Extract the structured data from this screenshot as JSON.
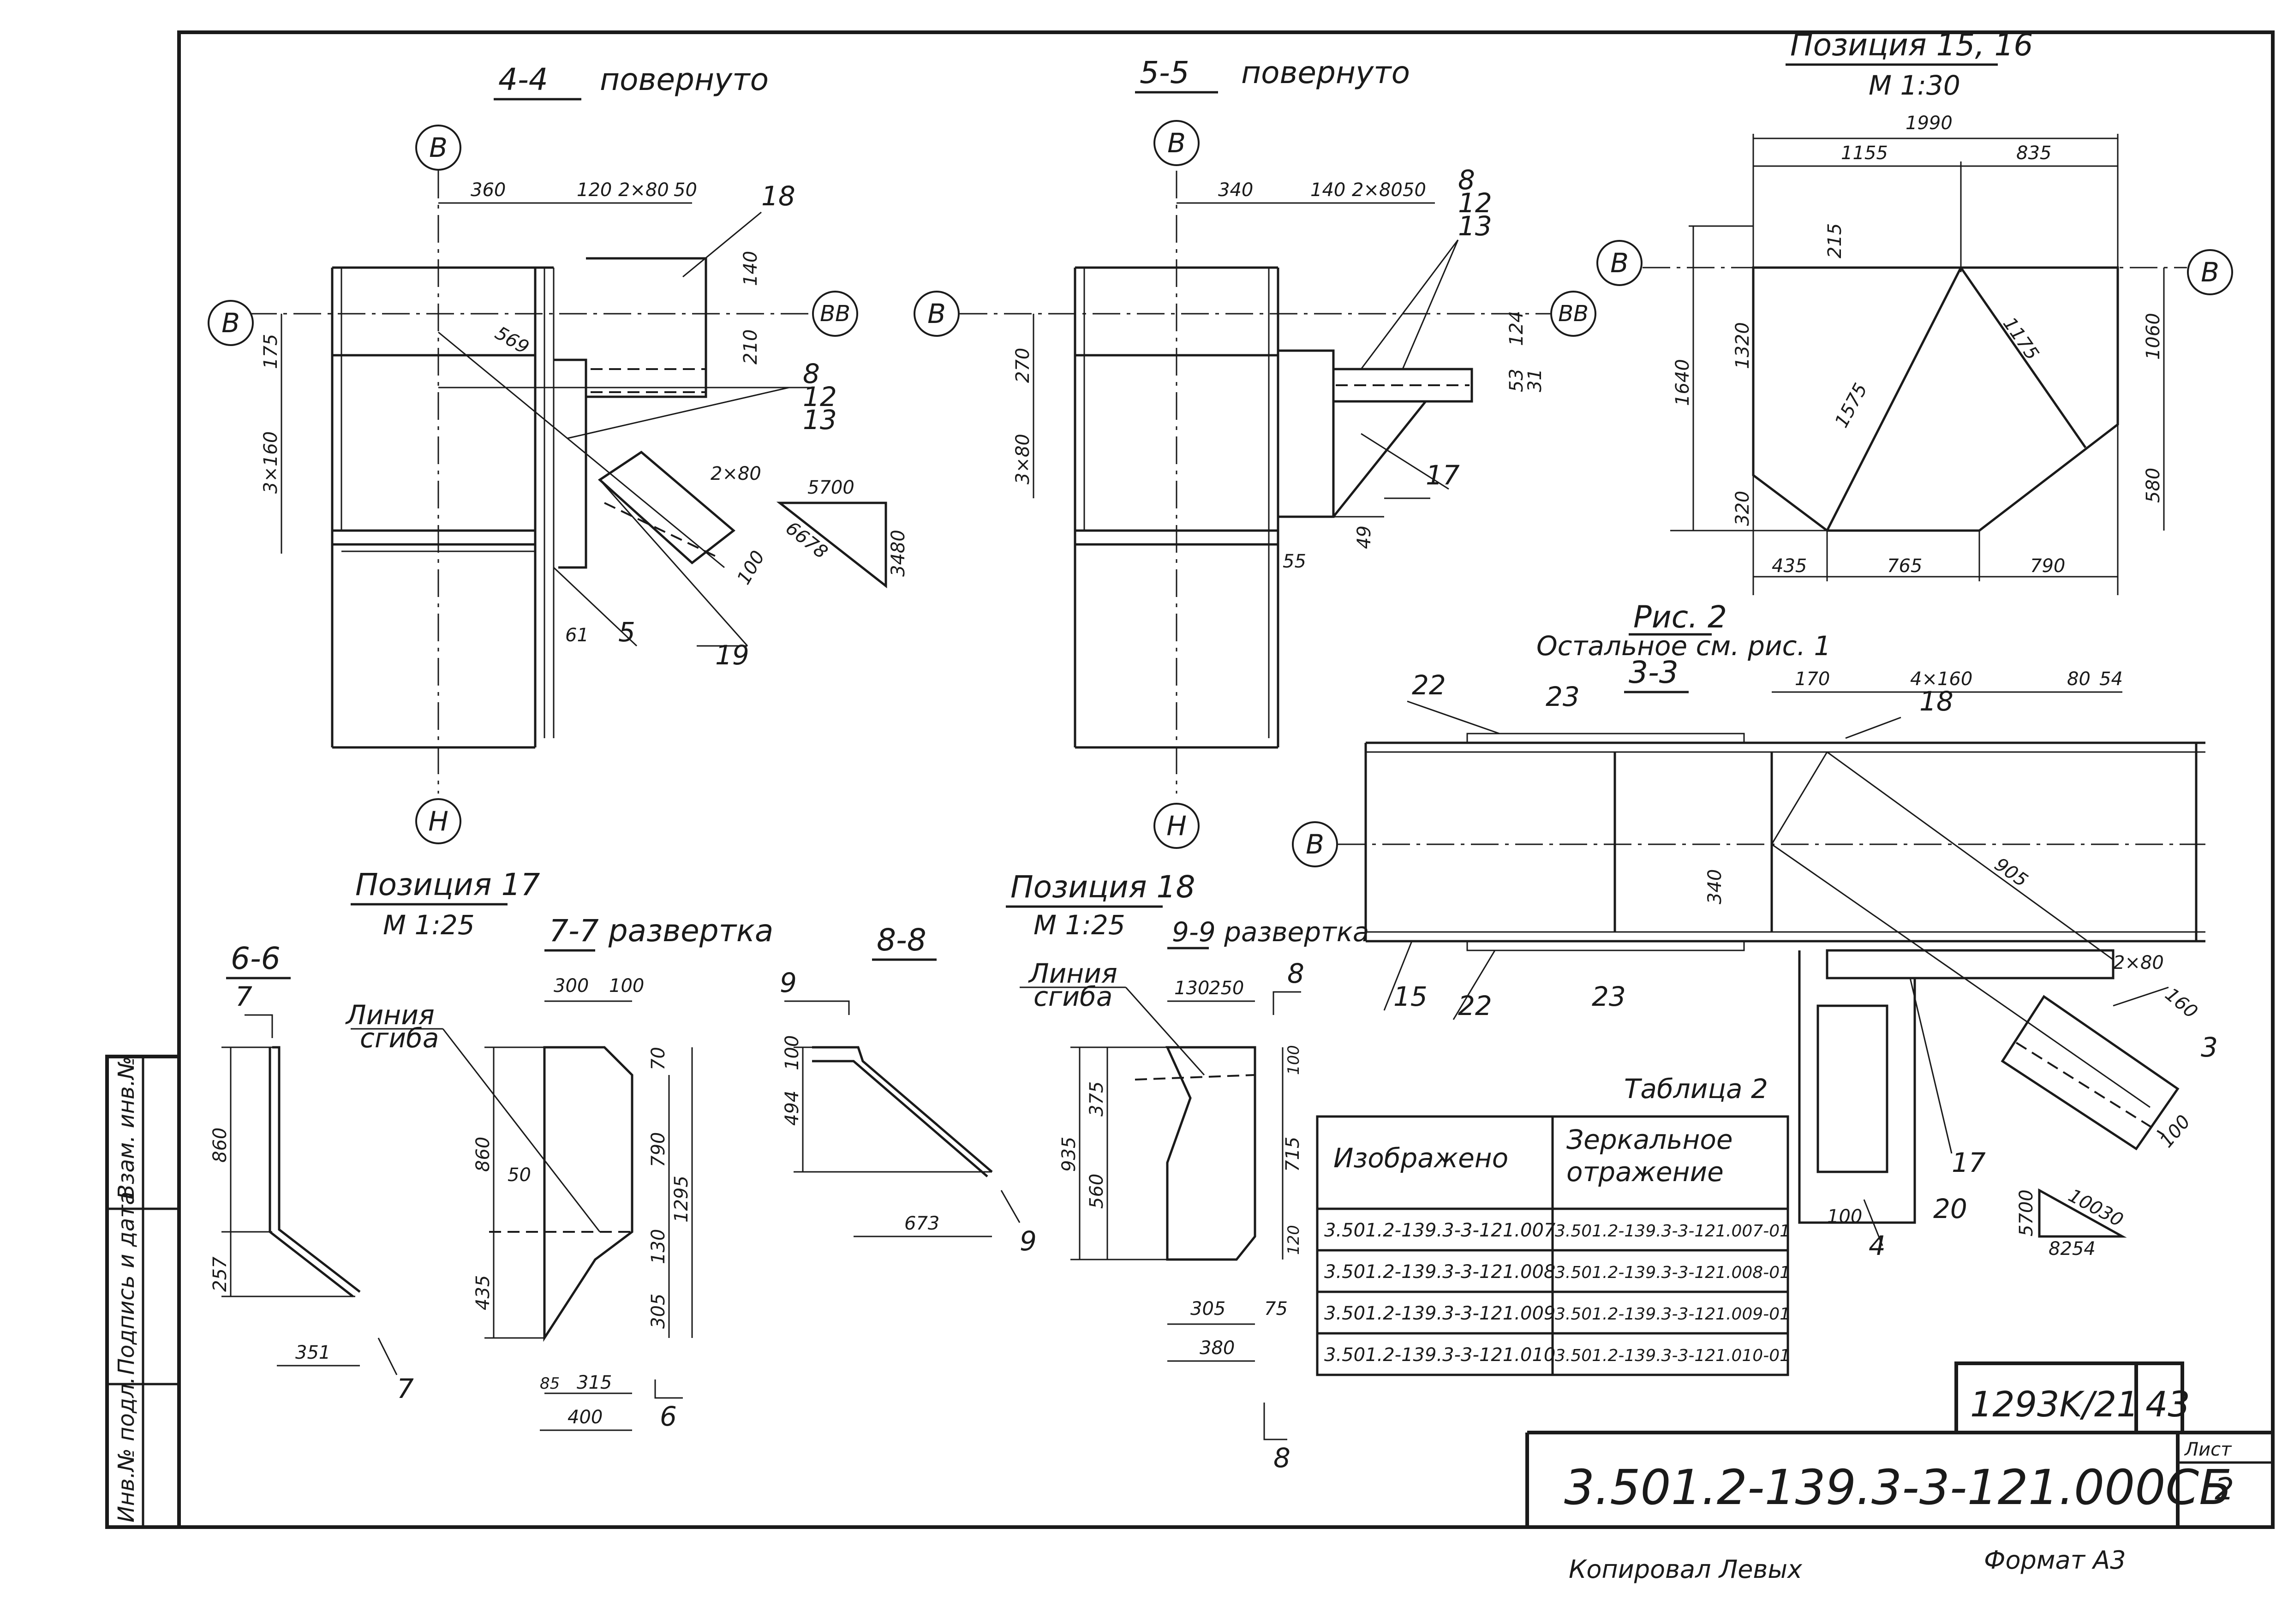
{
  "sheet": {
    "code": "3.501.2-139.3-3-121.000СБ",
    "list_label": "Лист",
    "list_no": "2",
    "inv": "1293K/21",
    "inv_no": "43",
    "copied": "Копировал  Левых",
    "format": "Формат А3",
    "side_stamp": [
      "Инв.№ подл.",
      "Подпись и дата",
      "Взам. инв.№"
    ]
  },
  "section_44": {
    "title": "4-4",
    "sub": "повернуто",
    "dims_top": [
      "360",
      "120",
      "2×80",
      "50"
    ],
    "dims_left": [
      "175",
      "3×160"
    ],
    "dims_right": [
      "140",
      "210"
    ],
    "diag_dims": [
      "569",
      "2×80",
      "100"
    ],
    "triangle": [
      "5700",
      "6678",
      "3480"
    ],
    "labels": [
      "18",
      "8",
      "12",
      "13",
      "5",
      "61",
      "19"
    ],
    "axes": [
      "В",
      "ВВ",
      "В",
      "Н"
    ]
  },
  "section_55": {
    "title": "5-5",
    "sub": "повернуто",
    "dims_top": [
      "340",
      "140",
      "2×80",
      "50"
    ],
    "dims_left": [
      "270",
      "3×80"
    ],
    "dims_right": [
      "124",
      "53",
      "31"
    ],
    "labels": [
      "8",
      "12",
      "13",
      "17",
      "55",
      "49"
    ],
    "axes": [
      "В",
      "ВВ",
      "В",
      "Н"
    ]
  },
  "pos_1516": {
    "title": "Позиция 15, 16",
    "scale": "М 1:30",
    "dims": [
      "1990",
      "1155",
      "835",
      "215",
      "1320",
      "1640",
      "320",
      "1060",
      "580",
      "435",
      "765",
      "790",
      "1575",
      "1175"
    ],
    "axes": [
      "В",
      "В"
    ]
  },
  "fig2": {
    "title": "Рис. 2",
    "note": "Остальное  см. рис. 1",
    "section": "3-3",
    "dims_top": [
      "170",
      "4×160",
      "80",
      "54"
    ],
    "dims": [
      "340",
      "905",
      "2×80",
      "160",
      "100",
      "100"
    ],
    "labels": [
      "22",
      "23",
      "18",
      "15",
      "22",
      "23",
      "3",
      "17",
      "20",
      "4"
    ],
    "triangle": [
      "5700",
      "10030",
      "8254"
    ],
    "axis": "В"
  },
  "pos17": {
    "title": "Позиция 17",
    "scale": "М 1:25",
    "sec66": "6-6",
    "sec77": "7-7  развертка",
    "bend_label": [
      "Линия",
      "сгиба"
    ],
    "dims66": [
      "860",
      "257",
      "351"
    ],
    "dims77": [
      "300",
      "100",
      "70",
      "860",
      "790",
      "1295",
      "50",
      "435",
      "130",
      "305",
      "85",
      "315",
      "400"
    ],
    "marks": [
      "7",
      "7",
      "6",
      "6"
    ]
  },
  "sec88": {
    "title": "8-8",
    "dims": [
      "100",
      "494",
      "673"
    ],
    "marks": [
      "9",
      "9"
    ]
  },
  "pos18": {
    "title": "Позиция 18",
    "scale": "М 1:25",
    "sec99": "9-9  развертка",
    "bend_label": [
      "Линия",
      "сгиба"
    ],
    "dims": [
      "130",
      "250",
      "100",
      "375",
      "935",
      "715",
      "560",
      "120",
      "305",
      "75",
      "380"
    ],
    "marks": [
      "8",
      "8"
    ]
  },
  "table2": {
    "title": "Таблица 2",
    "headers": [
      "Изображено",
      "Зеркальное отражение"
    ],
    "rows": [
      [
        "3.501.2-139.3-3-121.007",
        "3.501.2-139.3-3-121.007-01"
      ],
      [
        "3.501.2-139.3-3-121.008",
        "3.501.2-139.3-3-121.008-01"
      ],
      [
        "3.501.2-139.3-3-121.009",
        "3.501.2-139.3-3-121.009-01"
      ],
      [
        "3.501.2-139.3-3-121.010",
        "3.501.2-139.3-3-121.010-01"
      ]
    ]
  }
}
